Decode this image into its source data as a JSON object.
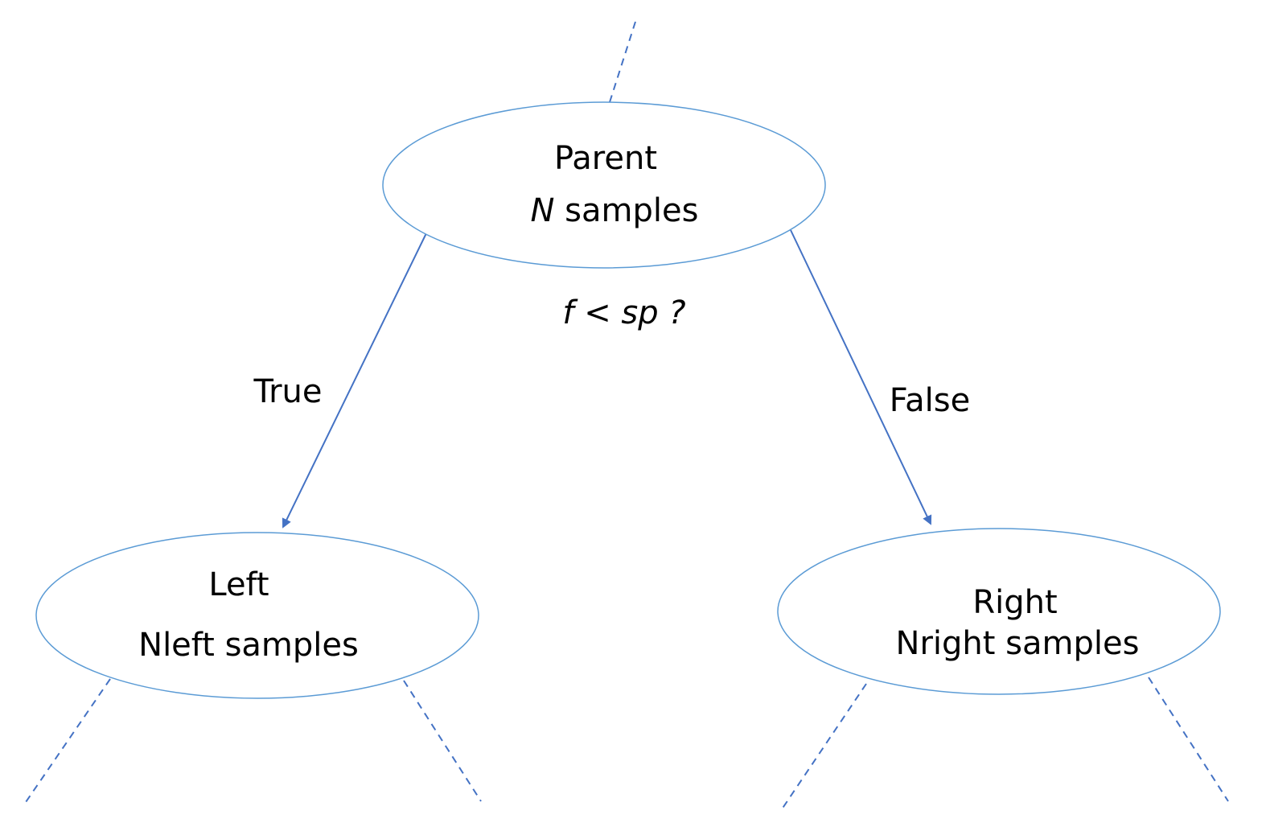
{
  "nodes": {
    "parent": {
      "title": "Parent",
      "count_symbol": "N",
      "count_suffix": " samples"
    },
    "left": {
      "title": "Left",
      "count_text": "Nleft samples"
    },
    "right": {
      "title": "Right",
      "count_text": "Nright samples"
    }
  },
  "split_condition": "f < sp ?",
  "edges": {
    "true_label": "True",
    "false_label": "False"
  },
  "colors": {
    "node_outline": "#5b9bd5",
    "edge": "#4472c4"
  }
}
